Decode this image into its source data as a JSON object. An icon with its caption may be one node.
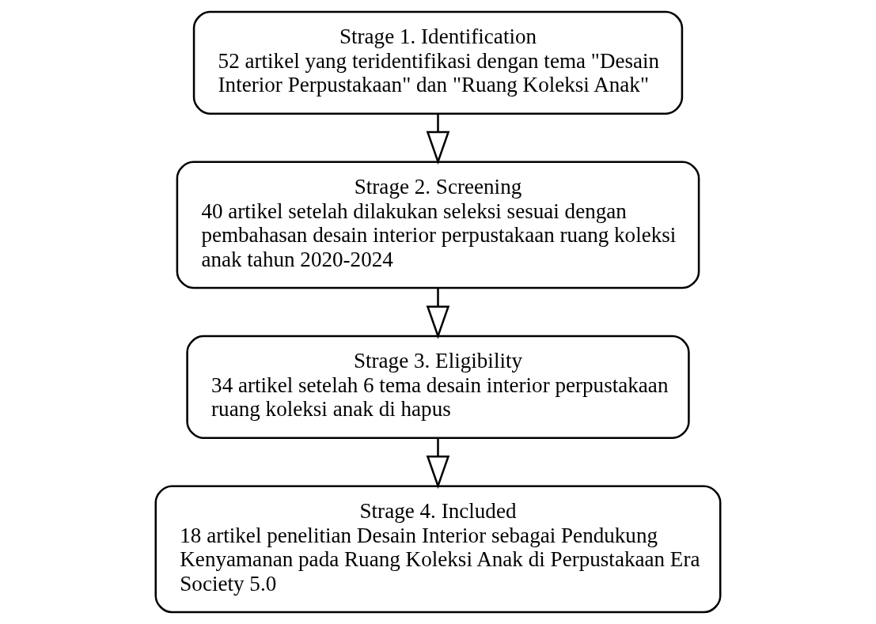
{
  "diagram": {
    "nodes": [
      {
        "text": [
          "Strage 1. Identification",
          "52 artikel yang teridentifikasi dengan tema \"Desain Interior Perpustakaan\" dan \"Ruang Koleksi Anak\""
        ]
      },
      {
        "text": [
          "Strage 2. Screening",
          "40 artikel setelah dilakukan seleksi sesuai dengan pembahasan desain interior perpustakaan ruang koleksi anak tahun 2020-2024"
        ]
      },
      {
        "text": [
          "Strage 3. Eligibility",
          "34 artikel setelah 6 tema desain interior perpustakaan ruang koleksi anak di hapus"
        ]
      },
      {
        "text": [
          "Strage 4. Included",
          "18 artikel penelitian Desain Interior sebagai Pendukung Kenyamanan pada Ruang Koleksi Anak di Perpustakaan Era Society 5.0"
        ]
      }
    ],
    "edges": [
      {
        "from": 0,
        "to": 1,
        "arrow": "to"
      },
      {
        "from": 1,
        "to": 2,
        "arrow": "to"
      },
      {
        "from": 2,
        "to": 3,
        "arrow": "to"
      }
    ]
  }
}
